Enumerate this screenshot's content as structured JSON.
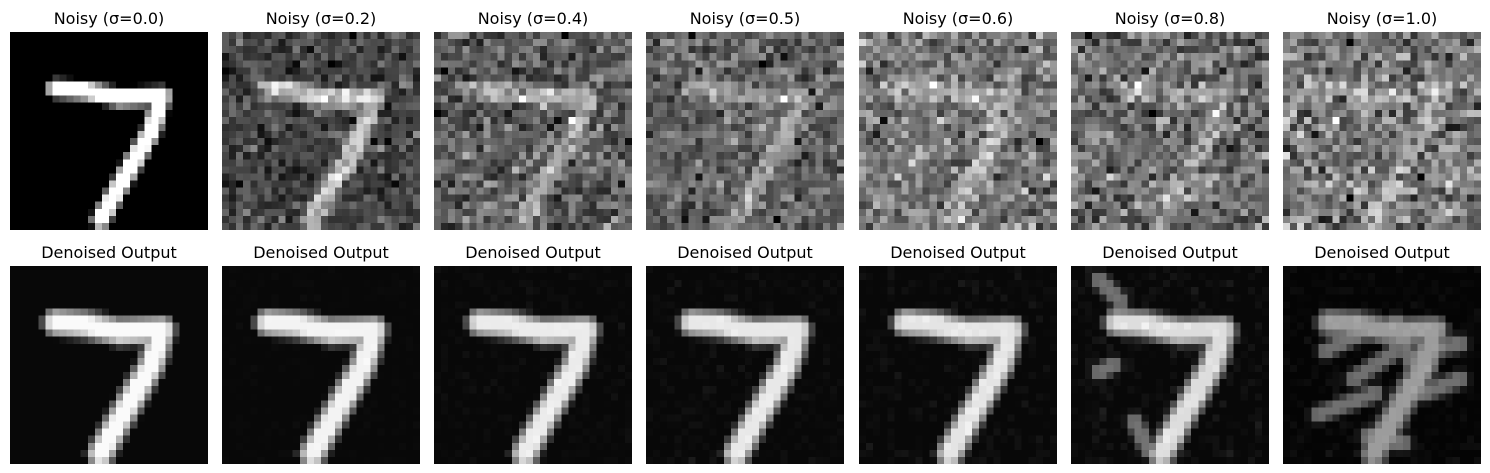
{
  "figure": {
    "rows": [
      {
        "id": "noisy",
        "panels": [
          {
            "title": "Noisy (σ=0.0)",
            "sigma": 0.0
          },
          {
            "title": "Noisy (σ=0.2)",
            "sigma": 0.2
          },
          {
            "title": "Noisy (σ=0.4)",
            "sigma": 0.4
          },
          {
            "title": "Noisy (σ=0.5)",
            "sigma": 0.5
          },
          {
            "title": "Noisy (σ=0.6)",
            "sigma": 0.6
          },
          {
            "title": "Noisy (σ=0.8)",
            "sigma": 0.8
          },
          {
            "title": "Noisy (σ=1.0)",
            "sigma": 1.0
          }
        ]
      },
      {
        "id": "denoised",
        "panels": [
          {
            "title": "Denoised Output",
            "sigma": 0.0
          },
          {
            "title": "Denoised Output",
            "sigma": 0.2
          },
          {
            "title": "Denoised Output",
            "sigma": 0.4
          },
          {
            "title": "Denoised Output",
            "sigma": 0.5
          },
          {
            "title": "Denoised Output",
            "sigma": 0.6
          },
          {
            "title": "Denoised Output",
            "sigma": 0.8
          },
          {
            "title": "Denoised Output",
            "sigma": 1.0
          }
        ]
      }
    ],
    "colors": {
      "background": "#ffffff",
      "ink": "#000000"
    }
  }
}
